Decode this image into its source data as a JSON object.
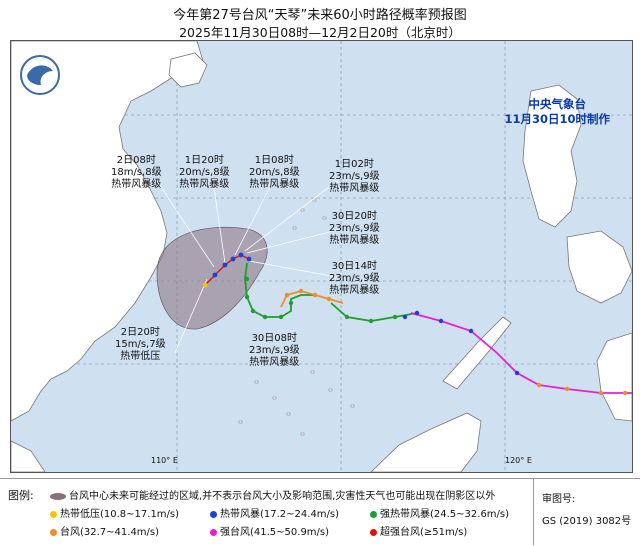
{
  "title": {
    "line1": "今年第27号台风“天琴”未来60小时路径概率预报图",
    "line2": "2025年11月30日08时—12月2日20时（北京时）"
  },
  "agency": {
    "name": "中央气象台",
    "issued": "11月30日10时制作"
  },
  "axis_labels": {
    "lon1": "110° E",
    "lon2": "120° E"
  },
  "annotations": [
    {
      "time": "2日08时",
      "wind": "18m/s,8级",
      "level": "热带风暴级"
    },
    {
      "time": "1日20时",
      "wind": "20m/s,8级",
      "level": "热带风暴级"
    },
    {
      "time": "1日08时",
      "wind": "20m/s,8级",
      "level": "热带风暴级"
    },
    {
      "time": "1日02时",
      "wind": "23m/s,9级",
      "level": "热带风暴级"
    },
    {
      "time": "30日20时",
      "wind": "23m/s,9级",
      "level": "热带风暴级"
    },
    {
      "time": "30日14时",
      "wind": "23m/s,9级",
      "level": "热带风暴级"
    },
    {
      "time": "30日08时",
      "wind": "23m/s,9级",
      "level": "热带风暴级"
    },
    {
      "time": "2日20时",
      "wind": "15m/s,7级",
      "level": "热带低压"
    }
  ],
  "legend": {
    "title": "图例:",
    "cone": "台风中心未来可能经过的区域,并不表示台风大小及影响范围,灾害性天气也可能出现在阴影区以外",
    "items": [
      {
        "label": "热带低压(10.8~17.1m/s)",
        "color": "#f5c211"
      },
      {
        "label": "热带风暴(17.2~24.4m/s)",
        "color": "#1f3fd6"
      },
      {
        "label": "强热带风暴(24.5~32.6m/s)",
        "color": "#1d9e2e"
      },
      {
        "label": "台风(32.7~41.4m/s)",
        "color": "#f38b2a"
      },
      {
        "label": "强台风(41.5~50.9m/s)",
        "color": "#e61fd6"
      },
      {
        "label": "超强台风(≥51m/s)",
        "color": "#e01010"
      }
    ]
  },
  "approval": {
    "label": "审图号:",
    "number": "GS (2019) 3082号"
  },
  "colors": {
    "sea": "#cfe0f0",
    "land": "#ffffff",
    "cone": "#8a6f7e",
    "agency": "#0a3aa8"
  }
}
